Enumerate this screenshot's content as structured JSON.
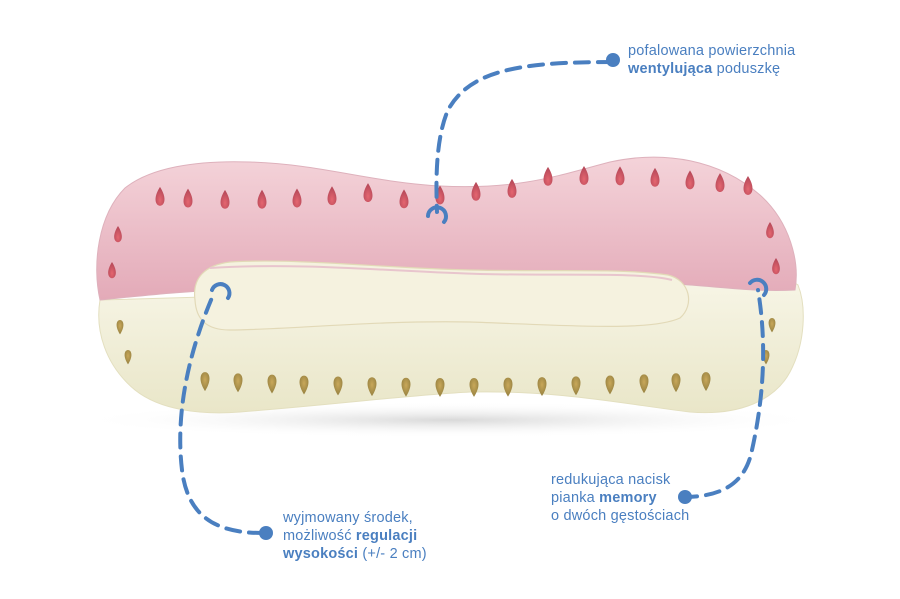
{
  "colors": {
    "accent": "#4a7fc0",
    "pink_foam": "#e9bcc6",
    "cream_foam": "#f1efd9",
    "background": "#ffffff"
  },
  "annotations": {
    "top": {
      "line1": "pofalowana powierzchnia",
      "line2_bold": "wentylująca",
      "line2_rest": " poduszkę"
    },
    "left": {
      "line1": "wyjmowany środek,",
      "line2_pre": "możliwość ",
      "line2_bold": "regulacji",
      "line3_bold": "wysokości",
      "line3_rest": " (+/- 2 cm)"
    },
    "right": {
      "line1": "redukująca nacisk",
      "line2_pre": "pianka ",
      "line2_bold": "memory",
      "line3": "o dwóch gęstościach"
    }
  }
}
